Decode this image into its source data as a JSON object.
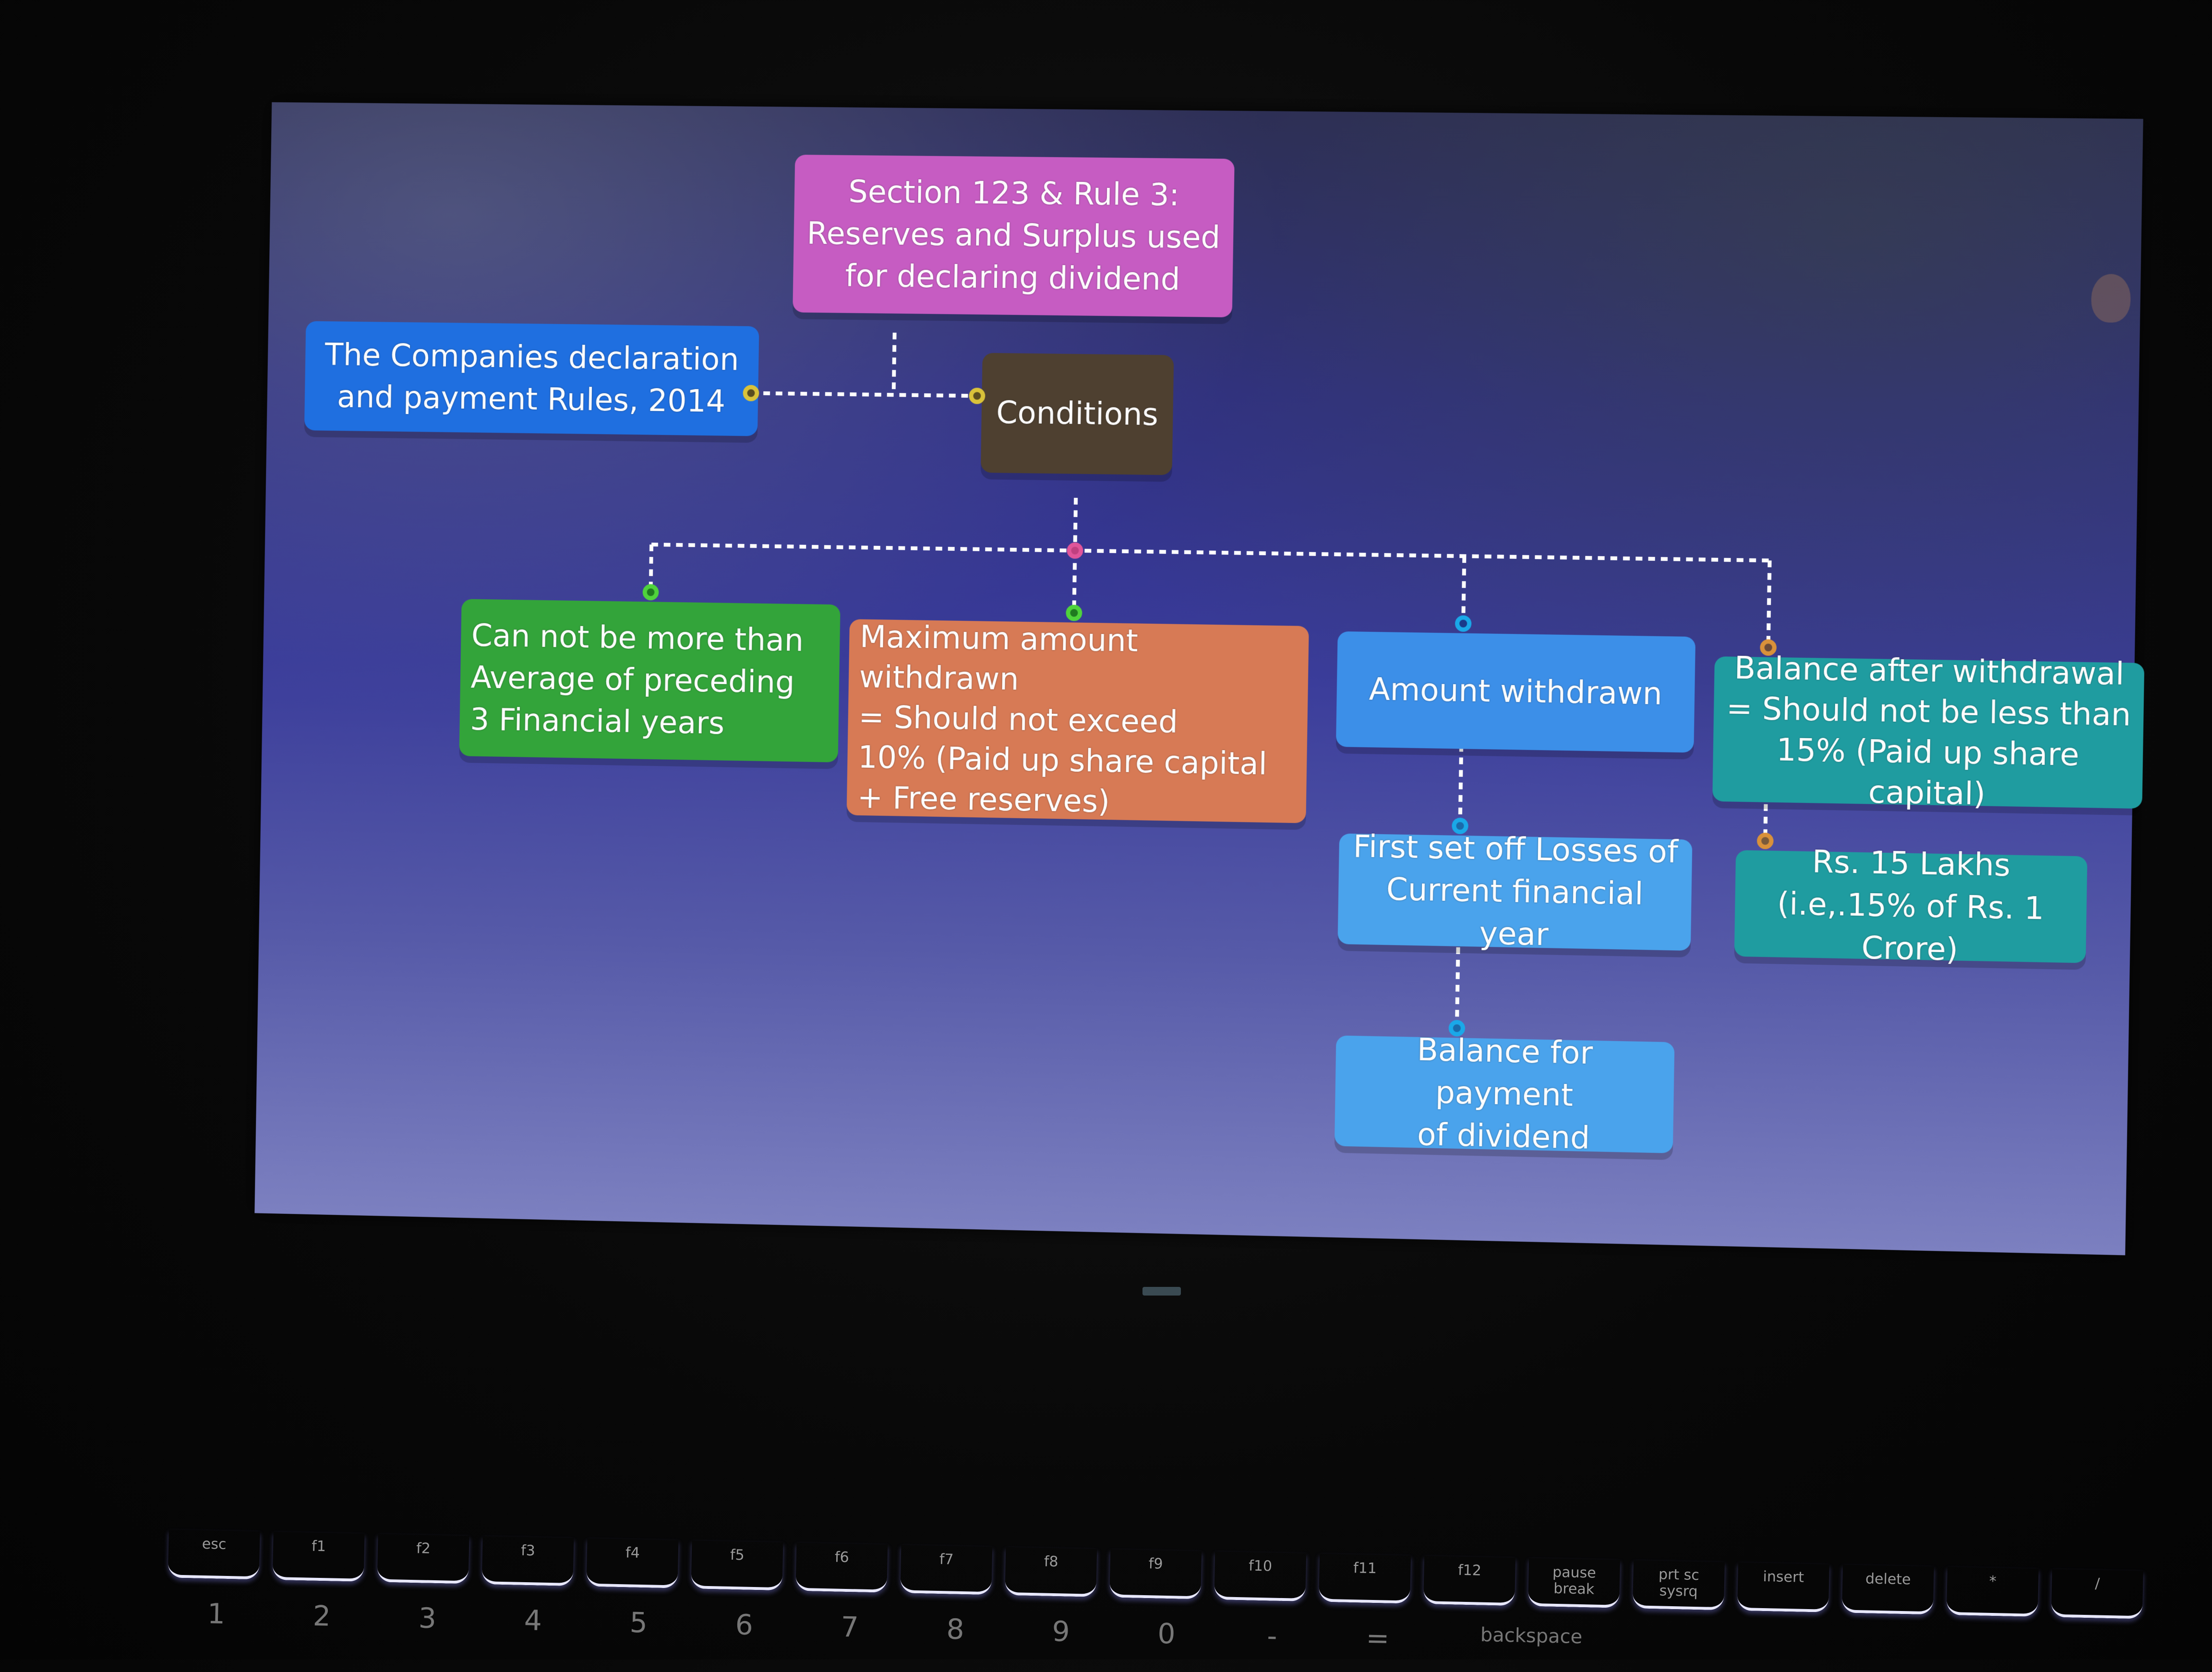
{
  "diagram": {
    "root": "Section 123 & Rule 3:\nReserves and Surplus used\nfor declaring dividend",
    "rules": "The Companies declaration\nand payment Rules, 2014",
    "conditions": "Conditions",
    "branches": [
      {
        "id": "avg",
        "text": "Can not be more than\nAverage of preceding\n3 Financial years"
      },
      {
        "id": "max",
        "text": "Maximum amount withdrawn\n= Should not exceed\n10% (Paid up share capital\n+ Free reserves)"
      },
      {
        "id": "amount",
        "text": "Amount withdrawn"
      },
      {
        "id": "balance",
        "text": "Balance after  withdrawal\n= Should not be less than\n15% (Paid up share capital)"
      }
    ],
    "sub": {
      "setoff": "First set off Losses of\nCurrent financial year",
      "payment": "Balance for payment\nof dividend",
      "lakhs": "Rs. 15 Lakhs\n(i.e,.15% of Rs. 1 Crore)"
    }
  },
  "colors": {
    "root": "#c65cc2",
    "rules": "#1f6fe0",
    "conditions": "#4e4030",
    "avg": "#33a43a",
    "max": "#d77a55",
    "amount": "#3c8fe8",
    "balance": "#1f9ca0",
    "connector_yellow": "#d9c23a",
    "connector_pink": "#e0559a",
    "connector_green": "#4fd33c",
    "connector_blue": "#1aa8e8",
    "connector_orange": "#d9913a"
  },
  "keyboard": {
    "function_keys": [
      "esc",
      "f1",
      "f2",
      "f3",
      "f4",
      "f5",
      "f6",
      "f7",
      "f8",
      "f9",
      "f10",
      "f11",
      "f12",
      "pause\nbreak",
      "prt sc\nsysrq",
      "insert",
      "delete",
      "*",
      "/"
    ],
    "number_keys": [
      "1",
      "2",
      "3",
      "4",
      "5",
      "6",
      "7",
      "8",
      "9",
      "0",
      "-",
      "="
    ],
    "backspace": "backspace"
  }
}
